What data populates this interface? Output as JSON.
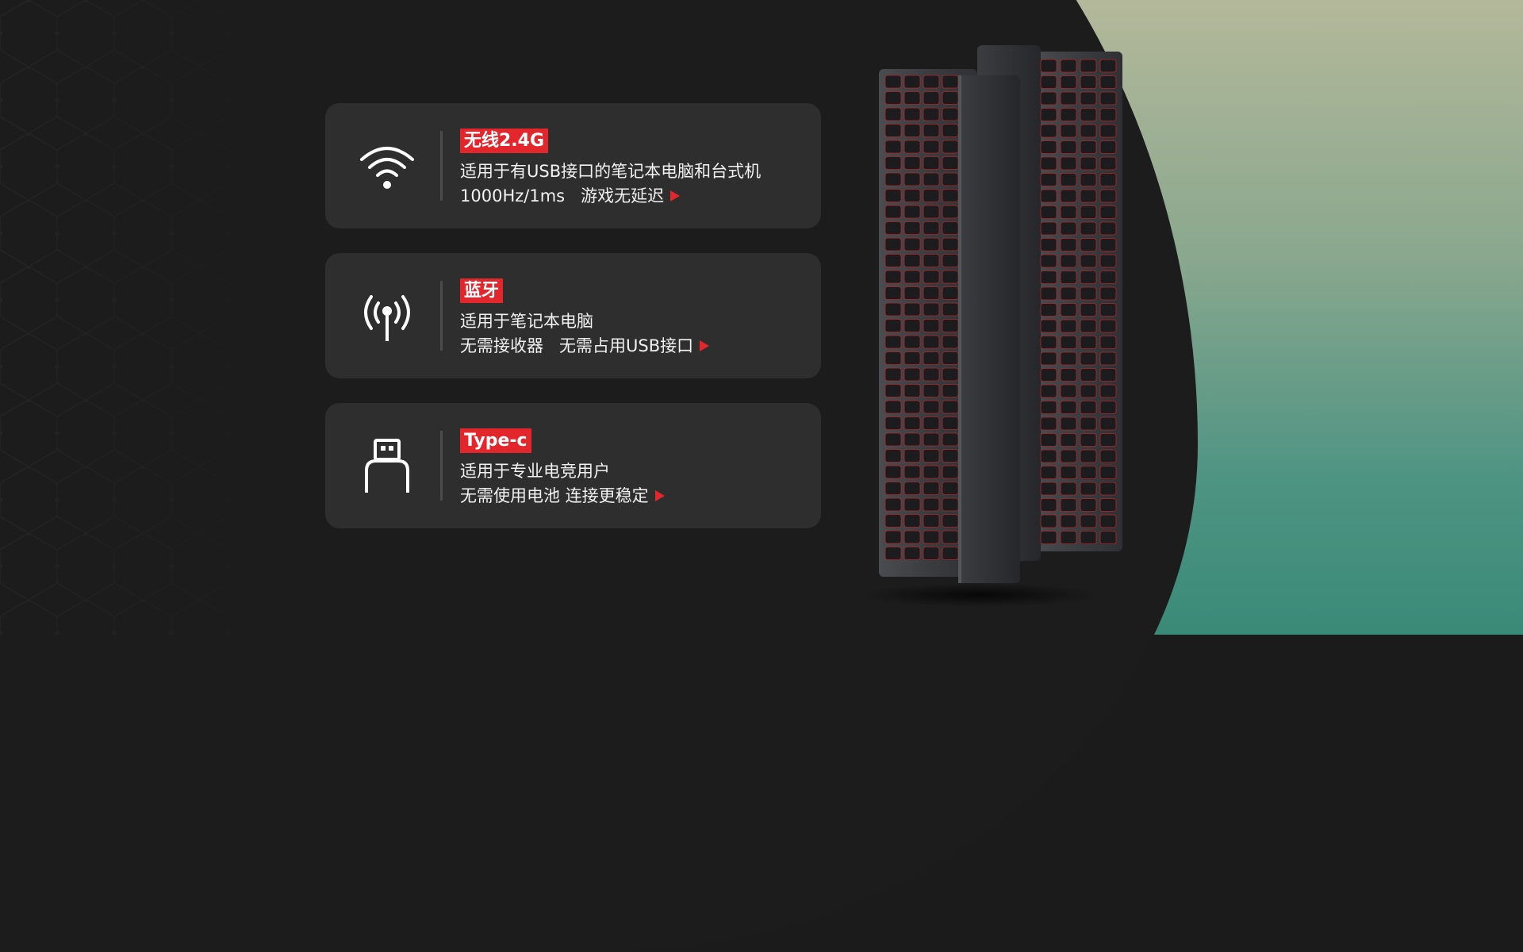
{
  "features": [
    {
      "icon": "wifi-icon",
      "tag": "无线2.4G",
      "line1": "适用于有USB接口的笔记本电脑和台式机",
      "line2": "1000Hz/1ms   游戏无延迟"
    },
    {
      "icon": "bluetooth-antenna-icon",
      "tag": "蓝牙",
      "line1": "适用于笔记本电脑",
      "line2": "无需接收器   无需占用USB接口"
    },
    {
      "icon": "usb-type-c-icon",
      "tag": "Type-c",
      "line1": "适用于专业电竞用户",
      "line2": "无需使用电池 连接更稳定"
    }
  ],
  "colors": {
    "accent": "#e3262c",
    "card_bg": "#2e2e2e",
    "page_bg": "#1b1b1b",
    "gradient_top": "#b4b89a",
    "gradient_bottom": "#3a8a78"
  },
  "product_image": "mechanical-keyboard-red-backlight"
}
